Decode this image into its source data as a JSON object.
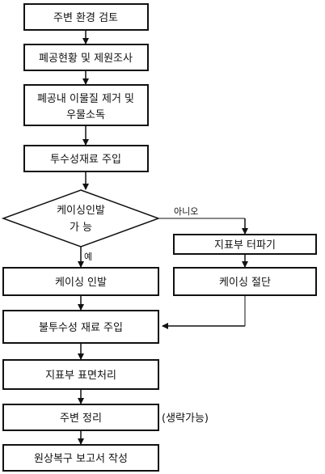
{
  "steps": {
    "s1": "주변 환경 검토",
    "s2": "폐공현황 및 제원조사",
    "s3_line1": "폐공내 이물질 제거 및",
    "s3_line2": "우물소독",
    "s4": "투수성재료 주입",
    "decision_line1": "케이싱인발",
    "decision_line2": "가 능",
    "no_label": "아니오",
    "yes_label": "예",
    "right1": "지표부 터파기",
    "right2": "케이싱 절단",
    "s5": "케이싱 인발",
    "s6": "불투수성 재료 주입",
    "s7": "지표부 표면처리",
    "s8": "주변 정리",
    "s8_note": "(생략가능)",
    "s9": "원상복구 보고서 작성"
  }
}
